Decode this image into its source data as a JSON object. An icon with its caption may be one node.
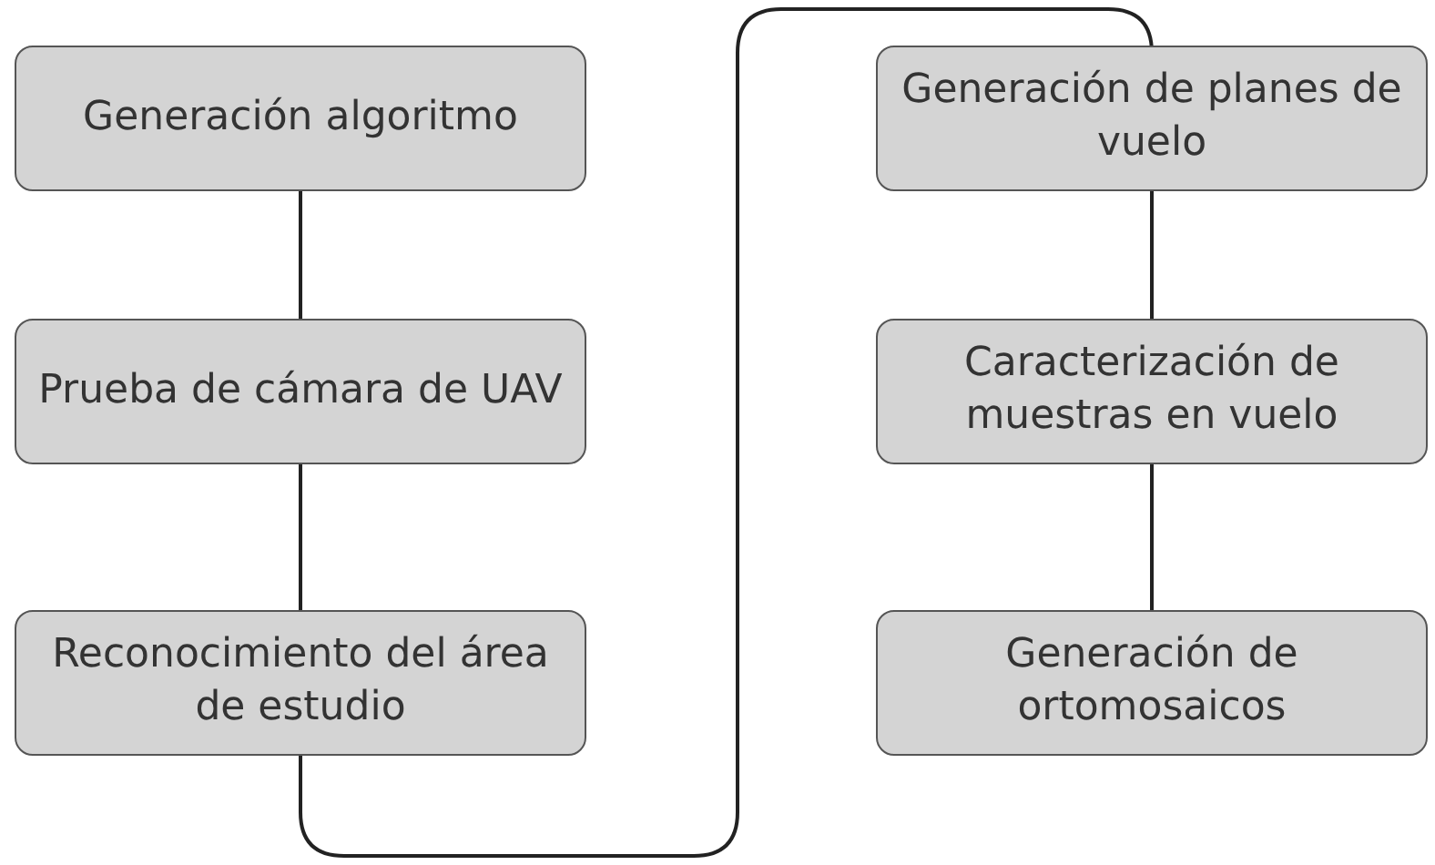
{
  "diagram": {
    "nodes": [
      {
        "text": [
          "Generación algoritmo"
        ]
      },
      {
        "text": [
          "Prueba de cámara de UAV"
        ]
      },
      {
        "text": [
          "Reconocimiento del área de estudio"
        ]
      },
      {
        "text": [
          "Generación de planes de vuelo"
        ]
      },
      {
        "text": [
          "Caracterización de muestras en vuelo"
        ]
      },
      {
        "text": [
          "Generación de ortomosaicos"
        ]
      }
    ],
    "edges": [
      {
        "from": 0,
        "to": 1,
        "arrow": "none"
      },
      {
        "from": 1,
        "to": 2,
        "arrow": "none"
      },
      {
        "from": 2,
        "to": 3,
        "arrow": "none"
      },
      {
        "from": 3,
        "to": 4,
        "arrow": "none"
      },
      {
        "from": 4,
        "to": 5,
        "arrow": "none"
      }
    ]
  }
}
